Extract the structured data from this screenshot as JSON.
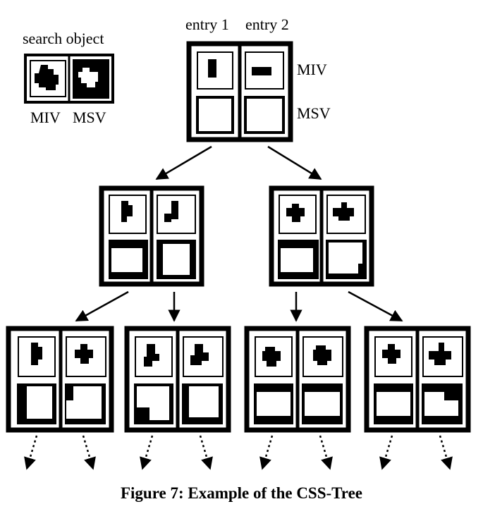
{
  "labels": {
    "search_object": "search object",
    "search_miv": "MIV",
    "search_msv": "MSV",
    "entry_1": "entry 1",
    "entry_2": "entry 2",
    "root_miv": "MIV",
    "root_msv": "MSV"
  },
  "caption": "Figure 7: Example of the CSS-Tree",
  "tree": {
    "root": {
      "entries": 2,
      "children": 2
    },
    "level_1": [
      {
        "entries": 2,
        "children": 2
      },
      {
        "entries": 2,
        "children": 2
      }
    ],
    "level_2": [
      {
        "entries": 2,
        "children": 2
      },
      {
        "entries": 2,
        "children": 2
      },
      {
        "entries": 2,
        "children": 2
      },
      {
        "entries": 2,
        "children": 2
      }
    ]
  },
  "colors": {
    "ink": "#000000",
    "paper": "#ffffff"
  }
}
